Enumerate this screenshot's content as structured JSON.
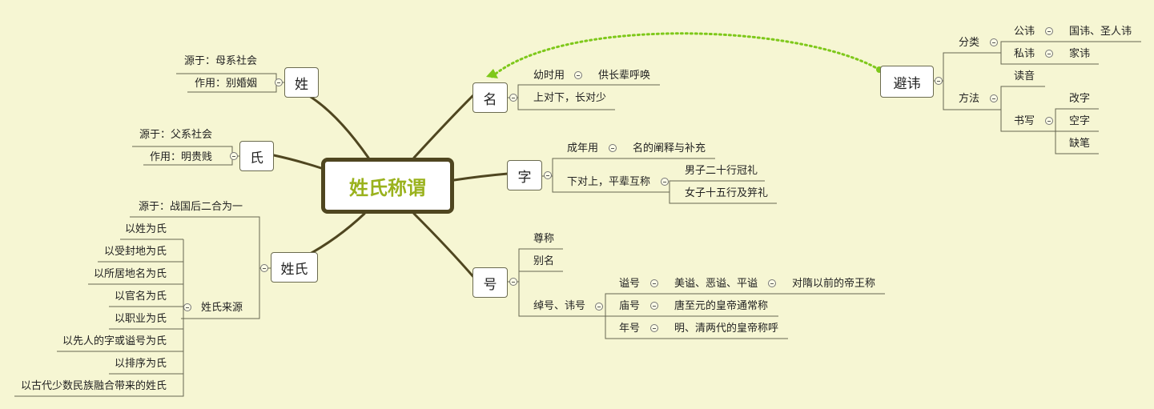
{
  "central": "姓氏称谓",
  "topics": {
    "xing": "姓",
    "shi": "氏",
    "xingshi": "姓氏",
    "ming": "名",
    "zi": "字",
    "hao": "号",
    "bihui": "避讳"
  },
  "xing": {
    "origin": "源于：母系社会",
    "function": "作用：别婚姻"
  },
  "shi": {
    "origin": "源于：父系社会",
    "function": "作用：明贵贱"
  },
  "xingshi": {
    "origin": "源于：战国后二合为一",
    "sources_label": "姓氏来源",
    "sources": [
      "以姓为氏",
      "以受封地为氏",
      "以所居地名为氏",
      "以官名为氏",
      "以职业为氏",
      "以先人的字或谥号为氏",
      "以排序为氏",
      "以古代少数民族融合带来的姓氏"
    ]
  },
  "ming": {
    "childhood": "幼时用",
    "childhood_detail": "供长辈呼唤",
    "usage": "上对下，长对少"
  },
  "zi": {
    "adult": "成年用",
    "adult_detail": "名的阐释与补充",
    "usage": "下对上，平辈互称",
    "male": "男子二十行冠礼",
    "female": "女子十五行及笄礼"
  },
  "hao": {
    "honorific": "尊称",
    "alias": "别名",
    "posthumous_group": "绰号、讳号",
    "shihao": "谥号",
    "shihao_detail": "美谥、恶谥、平谥",
    "shihao_note": "对隋以前的帝王称",
    "miaohao": "庙号",
    "miaohao_detail": "唐至元的皇帝通常称",
    "nianhao": "年号",
    "nianhao_detail": "明、清两代的皇帝称呼"
  },
  "bihui": {
    "category": "分类",
    "public": "公讳",
    "public_detail": "国讳、圣人讳",
    "private": "私讳",
    "private_detail": "家讳",
    "method": "方法",
    "reading": "读音",
    "writing": "书写",
    "change": "改字",
    "blank": "空字",
    "missing_stroke": "缺笔"
  },
  "colors": {
    "background": "#f6f6d3",
    "branch": "#4f4620",
    "central_text": "#9ab21d",
    "relation": "#7ec81a"
  }
}
